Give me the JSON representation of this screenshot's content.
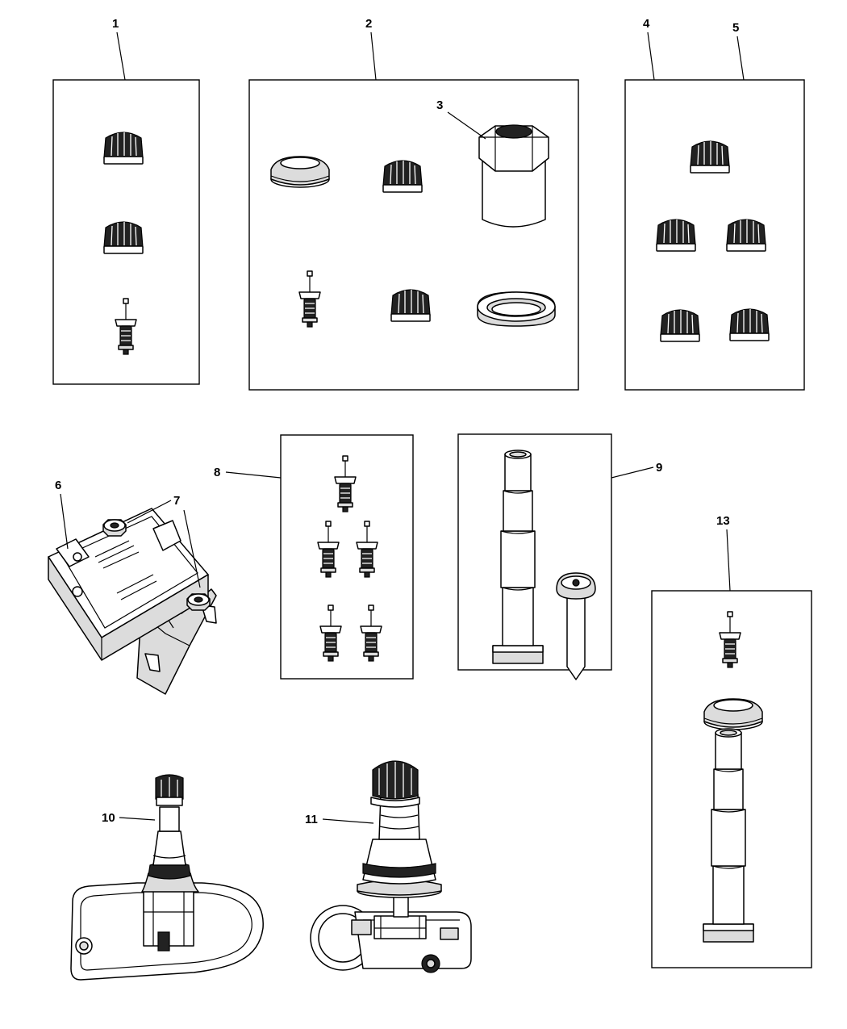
{
  "callouts": {
    "c1": "1",
    "c2": "2",
    "c3": "3",
    "c4": "4",
    "c5": "5",
    "c6": "6",
    "c7": "7",
    "c8": "8",
    "c9": "9",
    "c10": "10",
    "c11": "11",
    "c13": "13"
  },
  "colors": {
    "line": "#000000",
    "background": "#ffffff",
    "shade": "#dcdcdc"
  }
}
